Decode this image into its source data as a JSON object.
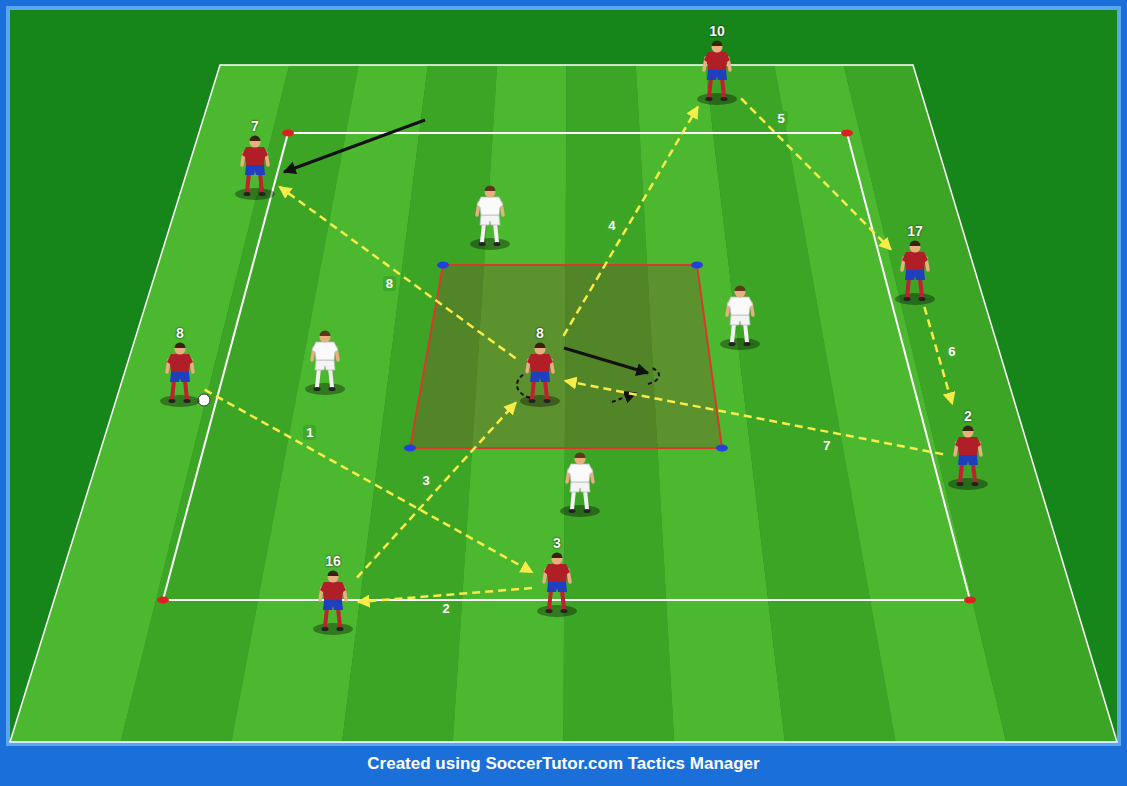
{
  "diagram": {
    "caption": "Created using SoccerTutor.com Tactics Manager",
    "nodes": [
      {
        "text": [
          "10"
        ]
      },
      {
        "text": [
          "7"
        ]
      },
      {
        "text": [
          "17"
        ]
      },
      {
        "text": [
          "8"
        ]
      },
      {
        "text": [
          "8"
        ]
      },
      {
        "text": [
          "2"
        ]
      },
      {
        "text": [
          "3"
        ]
      },
      {
        "text": [
          "16"
        ]
      }
    ],
    "edges": [
      {
        "from": 3,
        "to": 6,
        "label": "1",
        "arrow": "to"
      },
      {
        "from": 6,
        "to": 7,
        "label": "2",
        "arrow": "to"
      },
      {
        "from": 7,
        "to": 4,
        "label": "3",
        "arrow": "to"
      },
      {
        "from": 4,
        "to": 0,
        "label": "4",
        "arrow": "to"
      },
      {
        "from": 0,
        "to": 2,
        "label": "5",
        "arrow": "to"
      },
      {
        "from": 2,
        "to": 5,
        "label": "6",
        "arrow": "to"
      },
      {
        "from": 5,
        "to": 4,
        "label": "7",
        "arrow": "to"
      },
      {
        "from": 4,
        "to": 1,
        "label": "8",
        "arrow": "to"
      }
    ]
  }
}
